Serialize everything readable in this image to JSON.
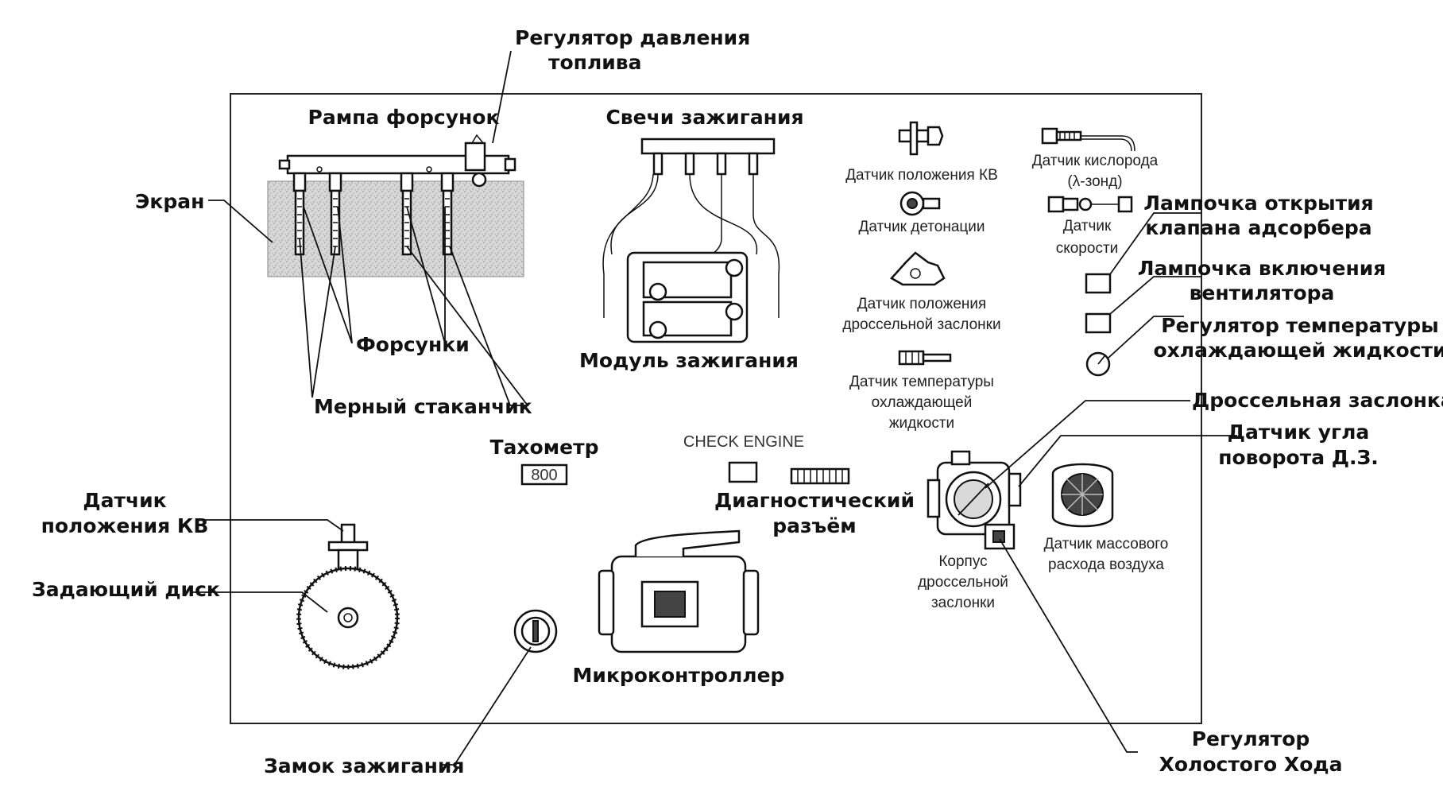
{
  "labels": {
    "fuel_pressure_regulator": [
      "Регулятор давления",
      "топлива"
    ],
    "injector_rail": "Рампа форсунок",
    "spark_plugs": "Свечи зажигания",
    "screen": "Экран",
    "injectors": "Форсунки",
    "measuring_cup": "Мерный стаканчик",
    "ignition_module": "Модуль зажигания",
    "crank_sensor_small": "Датчик положения КВ",
    "knock_sensor": "Датчик детонации",
    "throttle_position_sensor": [
      "Датчик положения",
      "дроссельной заслонки"
    ],
    "coolant_temp_sensor": [
      "Датчик температуры",
      "охлаждающей",
      "жидкости"
    ],
    "oxygen_sensor": [
      "Датчик кислорода",
      "(λ-зонд)"
    ],
    "speed_sensor": [
      "Датчик",
      "скорости"
    ],
    "adsorber_lamp": [
      "Лампочка открытия",
      "клапана адсорбера"
    ],
    "fan_lamp": [
      "Лампочка включения",
      "вентилятора"
    ],
    "coolant_temp_regulator": [
      "Регулятор температуры",
      "охлаждающей жидкости"
    ],
    "throttle_valve": "Дроссельная заслонка",
    "throttle_angle_sensor": [
      "Датчик угла",
      "поворота Д.З."
    ],
    "tachometer": "Тахометр",
    "tachometer_value": "800",
    "check_engine": "CHECK ENGINE",
    "diagnostic_connector": [
      "Диагностический",
      "разъём"
    ],
    "throttle_body": [
      "Корпус",
      "дроссельной",
      "заслонки"
    ],
    "maf_sensor": [
      "Датчик массового",
      "расхода воздуха"
    ],
    "crank_sensor": [
      "Датчик",
      "положения КВ"
    ],
    "master_disk": "Задающий диск",
    "microcontroller": "Микроконтроллер",
    "ignition_lock": "Замок зажигания",
    "idle_regulator": [
      "Регулятор",
      "Холостого Хода"
    ]
  }
}
